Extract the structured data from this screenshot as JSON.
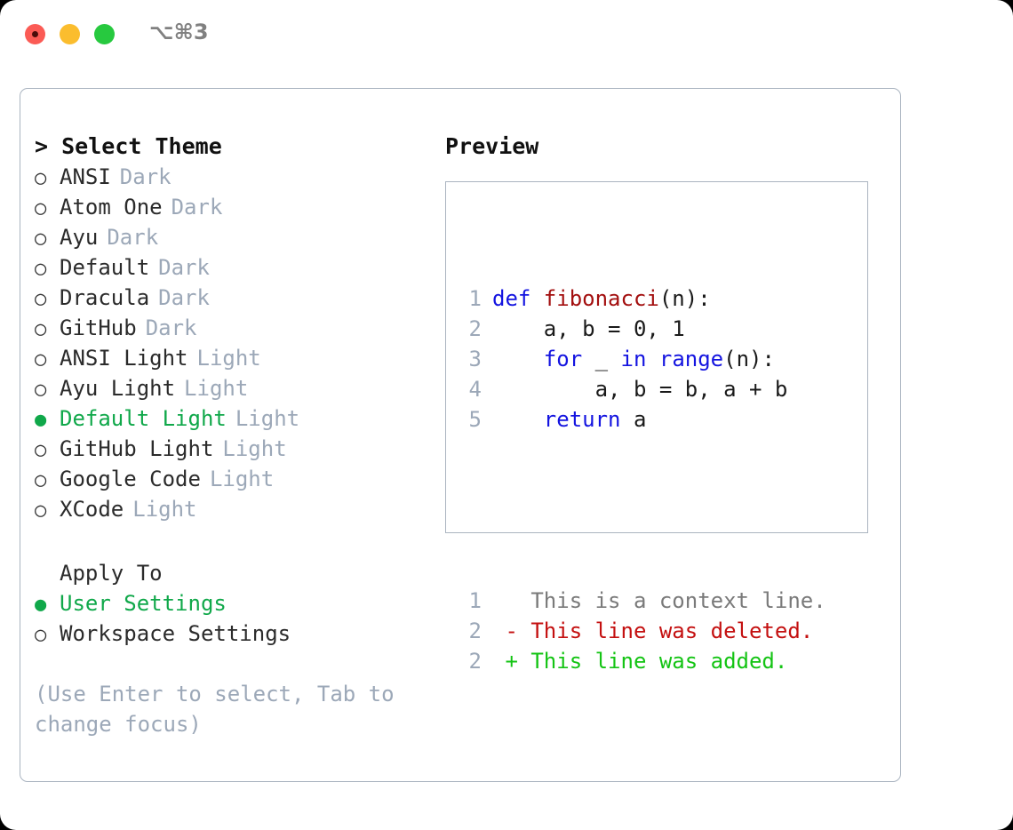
{
  "window": {
    "shortcut": "⌥⌘3",
    "traffic_lights": [
      "close",
      "minimize",
      "maximize"
    ]
  },
  "left": {
    "header": {
      "caret": ">",
      "title": "Select Theme"
    },
    "themes": [
      {
        "bullet": "○",
        "name": "ANSI",
        "tag": "Dark",
        "selected": false
      },
      {
        "bullet": "○",
        "name": "Atom One",
        "tag": "Dark",
        "selected": false
      },
      {
        "bullet": "○",
        "name": "Ayu",
        "tag": "Dark",
        "selected": false
      },
      {
        "bullet": "○",
        "name": "Default",
        "tag": "Dark",
        "selected": false
      },
      {
        "bullet": "○",
        "name": "Dracula",
        "tag": "Dark",
        "selected": false
      },
      {
        "bullet": "○",
        "name": "GitHub",
        "tag": "Dark",
        "selected": false
      },
      {
        "bullet": "○",
        "name": "ANSI Light",
        "tag": "Light",
        "selected": false
      },
      {
        "bullet": "○",
        "name": "Ayu Light",
        "tag": "Light",
        "selected": false
      },
      {
        "bullet": "●",
        "name": "Default Light",
        "tag": "Light",
        "selected": true
      },
      {
        "bullet": "○",
        "name": "GitHub Light",
        "tag": "Light",
        "selected": false
      },
      {
        "bullet": "○",
        "name": "Google Code",
        "tag": "Light",
        "selected": false
      },
      {
        "bullet": "○",
        "name": "XCode",
        "tag": "Light",
        "selected": false
      }
    ],
    "apply_to": {
      "title": "Apply To",
      "options": [
        {
          "bullet": "●",
          "name": "User Settings",
          "selected": true
        },
        {
          "bullet": "○",
          "name": "Workspace Settings",
          "selected": false
        }
      ]
    },
    "hint": "(Use Enter to select, Tab to change focus)"
  },
  "right": {
    "title": "Preview",
    "code_lines": [
      {
        "no": "1",
        "segments": [
          {
            "t": "def ",
            "c": "kw"
          },
          {
            "t": "fibonacci",
            "c": "fn"
          },
          {
            "t": "(n):",
            "c": "plain"
          }
        ]
      },
      {
        "no": "2",
        "segments": [
          {
            "t": "    a, b = 0, 1",
            "c": "plain"
          }
        ]
      },
      {
        "no": "3",
        "segments": [
          {
            "t": "    ",
            "c": "plain"
          },
          {
            "t": "for",
            "c": "kw"
          },
          {
            "t": " _ ",
            "c": "plain"
          },
          {
            "t": "in",
            "c": "kw"
          },
          {
            "t": " ",
            "c": "plain"
          },
          {
            "t": "range",
            "c": "kw"
          },
          {
            "t": "(n):",
            "c": "plain"
          }
        ]
      },
      {
        "no": "4",
        "segments": [
          {
            "t": "        a, b = b, a + b",
            "c": "plain"
          }
        ]
      },
      {
        "no": "5",
        "segments": [
          {
            "t": "    ",
            "c": "plain"
          },
          {
            "t": "return",
            "c": "kw"
          },
          {
            "t": " a",
            "c": "plain"
          }
        ]
      }
    ],
    "diff_lines": [
      {
        "no": "1",
        "text": "   This is a context line.",
        "kind": "diff-ctx"
      },
      {
        "no": "2",
        "text": " - This line was deleted.",
        "kind": "diff-del"
      },
      {
        "no": "2",
        "text": " + This line was added.",
        "kind": "diff-add"
      }
    ]
  },
  "colors": {
    "accent_green": "#10a84a",
    "muted": "#9ca8b8",
    "keyword_blue": "#1414e0",
    "function_red": "#a30f0f",
    "diff_delete": "#c41010",
    "diff_add": "#14c414",
    "border": "#aab4c0"
  }
}
